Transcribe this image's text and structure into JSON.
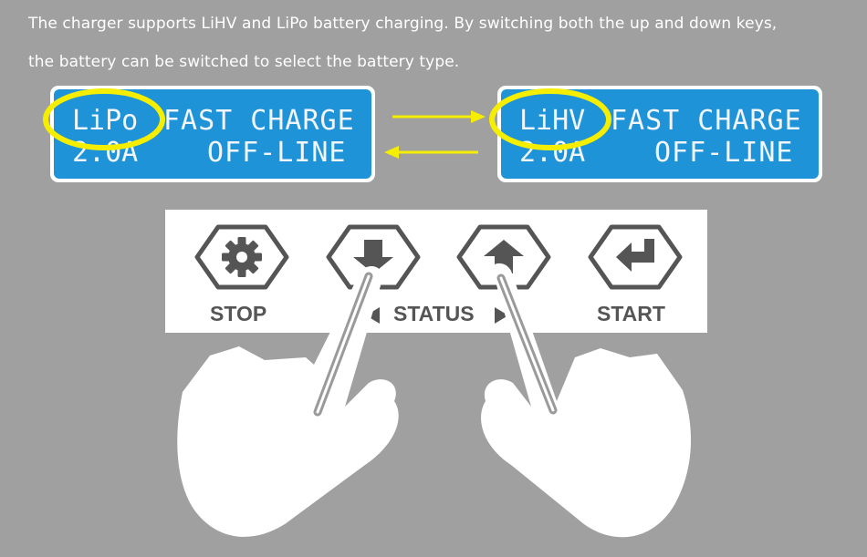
{
  "caption": {
    "line1": "The charger supports LiHV and LiPo battery charging. By switching both the up and down keys,",
    "line2": "the battery can be switched to select the battery type."
  },
  "display_left": {
    "battery_type": "LiPo",
    "mode": "FAST CHARGE",
    "current": "2.0A",
    "status": "OFF-LINE"
  },
  "display_right": {
    "battery_type": "LiHV",
    "mode": "FAST CHARGE",
    "current": "2.0A",
    "status": "OFF-LINE"
  },
  "buttons": {
    "stop": "STOP",
    "status": "STATUS",
    "start": "START"
  },
  "colors": {
    "background": "#a0a0a0",
    "lcd_blue": "#1f93d7",
    "highlight_yellow": "#f5ee00",
    "button_gray": "#555555"
  },
  "icons": [
    "gear-icon",
    "down-arrow-icon",
    "up-arrow-icon",
    "enter-arrow-icon",
    "pointing-hand-icon"
  ]
}
